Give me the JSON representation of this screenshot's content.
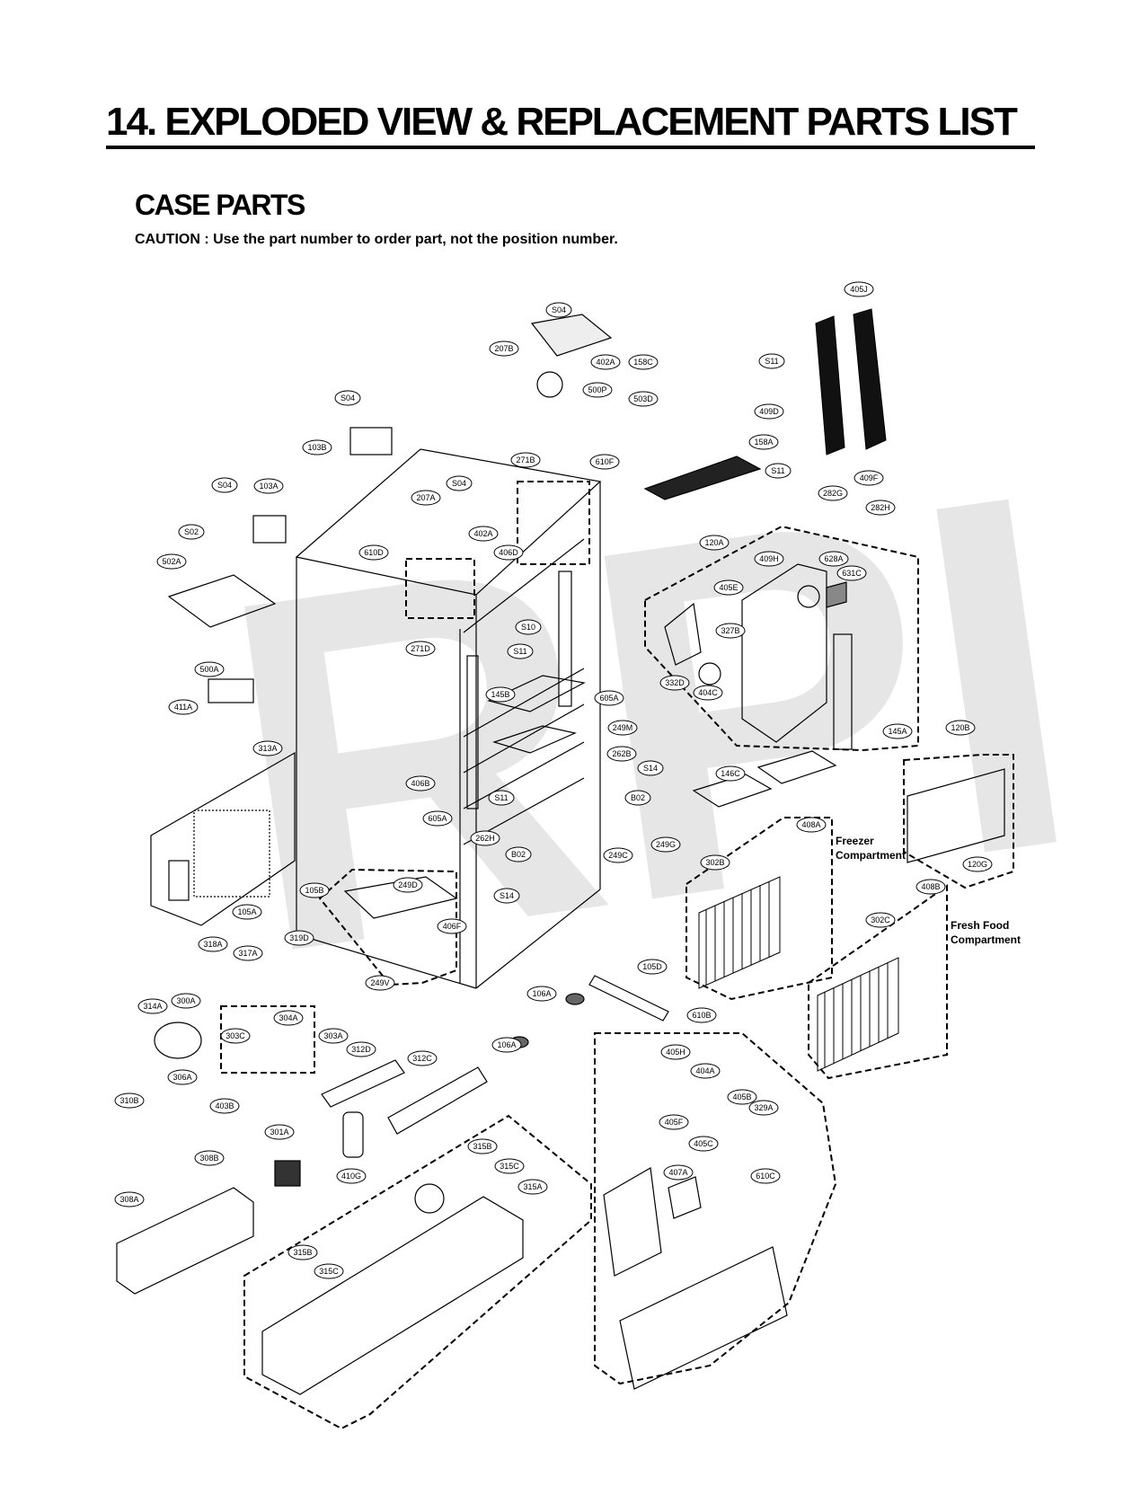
{
  "header": {
    "title": "14.  EXPLODED VIEW & REPLACEMENT PARTS LIST"
  },
  "section": {
    "title": "CASE PARTS",
    "caution": "CAUTION : Use the part number to order part, not the position number."
  },
  "watermark": "RPI",
  "annotations": {
    "freezer_line1": "Freezer",
    "freezer_line2": "Compartment",
    "freshfood_line1": "Fresh Food",
    "freshfood_line2": "Compartment"
  },
  "labels": [
    "405J",
    "S04",
    "207B",
    "402A",
    "158C",
    "S11",
    "500P",
    "503D",
    "409D",
    "158A",
    "S11",
    "409F",
    "S04",
    "103B",
    "S04",
    "103A",
    "207A",
    "S04",
    "271B",
    "610F",
    "S02",
    "502A",
    "610D",
    "402A",
    "406D",
    "282G",
    "282H",
    "120A",
    "409H",
    "628A",
    "631C",
    "405E",
    "327B",
    "332D",
    "404C",
    "S10",
    "271D",
    "S11",
    "145B",
    "605A",
    "249M",
    "145A",
    "500A",
    "411A",
    "313A",
    "262B",
    "S14",
    "120B",
    "406B",
    "146C",
    "S11",
    "B02",
    "605A",
    "262H",
    "249G",
    "249C",
    "408A",
    "B02",
    "302B",
    "120G",
    "249D",
    "S14",
    "105B",
    "105A",
    "406F",
    "408B",
    "302C",
    "319D",
    "318A",
    "317A",
    "249V",
    "105D",
    "106A",
    "314A",
    "300A",
    "304A",
    "303C",
    "303A",
    "610B",
    "106A",
    "312D",
    "312C",
    "306A",
    "310B",
    "405H",
    "404A",
    "403B",
    "301A",
    "405B",
    "329A",
    "405F",
    "308B",
    "405C",
    "315B",
    "315C",
    "315A",
    "407A",
    "610C",
    "410G",
    "308A",
    "315B",
    "315C"
  ]
}
